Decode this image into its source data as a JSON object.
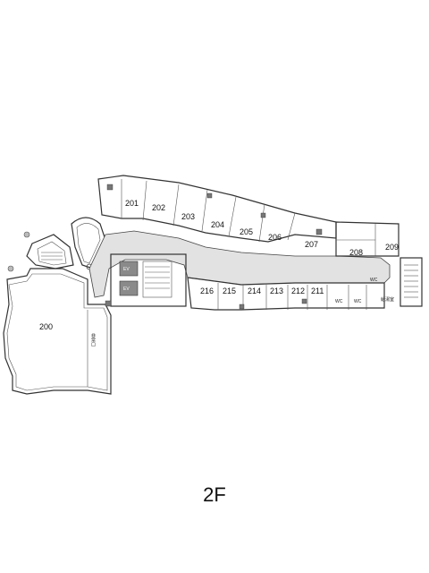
{
  "floor_label": "2F",
  "rooms": [
    {
      "id": "r200",
      "label": "200"
    },
    {
      "id": "r201",
      "label": "201"
    },
    {
      "id": "r202",
      "label": "202"
    },
    {
      "id": "r203",
      "label": "203"
    },
    {
      "id": "r204",
      "label": "204"
    },
    {
      "id": "r205",
      "label": "205"
    },
    {
      "id": "r206",
      "label": "206"
    },
    {
      "id": "r207",
      "label": "207"
    },
    {
      "id": "r208",
      "label": "208"
    },
    {
      "id": "r209",
      "label": "209"
    },
    {
      "id": "r211",
      "label": "211"
    },
    {
      "id": "r212",
      "label": "212"
    },
    {
      "id": "r213",
      "label": "213"
    },
    {
      "id": "r214",
      "label": "214"
    },
    {
      "id": "r215",
      "label": "215"
    },
    {
      "id": "r216",
      "label": "216"
    }
  ],
  "facilities": {
    "ev_top": "EV",
    "ev_bottom": "EV",
    "wc_left": "WC",
    "wc_right": "WC",
    "wc_small": "WC",
    "utility": "給湯室",
    "vertical_note": "非常口"
  }
}
